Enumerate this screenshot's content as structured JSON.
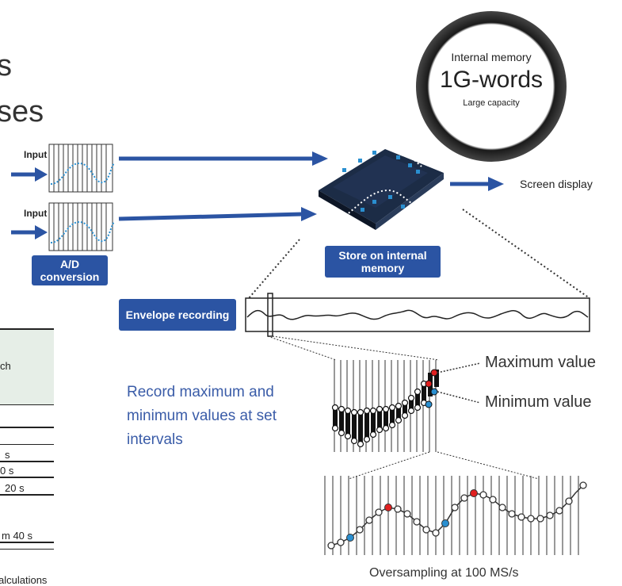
{
  "heading": {
    "line1": "s",
    "line2": "ses"
  },
  "memory_badge": {
    "label": "Internal memory",
    "value": "1G-words",
    "sub": "Large capacity"
  },
  "inputs": {
    "input1": "Input",
    "input2": "Input"
  },
  "labels": {
    "ad_conversion": "A/D conversion",
    "store_memory": "Store on internal memory",
    "envelope": "Envelope recording",
    "screen_display": "Screen display"
  },
  "table": {
    "header": "ch",
    "rows": [
      "s",
      "0 s",
      "20 s",
      "m 40 s"
    ],
    "footnote": "alculations"
  },
  "record_text": {
    "line1": "Record maximum and",
    "line2": "minimum values at set",
    "line3": "intervals"
  },
  "values": {
    "max": "Maximum value",
    "min": "Minimum value"
  },
  "oversampling": "Oversampling at 100 MS/s",
  "colors": {
    "accent_blue": "#2b54a3",
    "text_blue": "#3a5ca8",
    "max_dot": "#e02020",
    "min_dot": "#2a8fd0"
  }
}
